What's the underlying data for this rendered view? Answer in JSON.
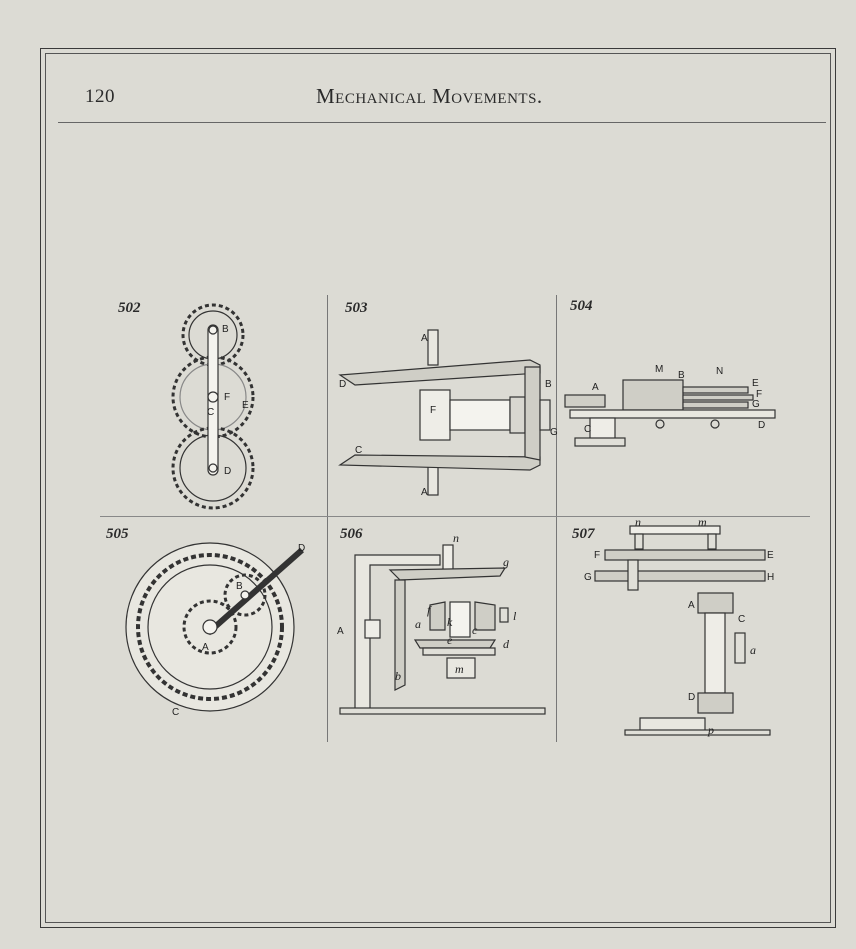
{
  "header": {
    "page_number": "120",
    "title": "Mechanical Movements."
  },
  "figures": [
    {
      "number": "502",
      "letters": [
        "B",
        "F",
        "C",
        "E",
        "D"
      ]
    },
    {
      "number": "503",
      "letters": [
        "A",
        "D",
        "B",
        "F",
        "G",
        "C",
        "A"
      ]
    },
    {
      "number": "504",
      "letters": [
        "A",
        "M",
        "B",
        "N",
        "E",
        "F",
        "G",
        "C",
        "D"
      ]
    },
    {
      "number": "505",
      "letters": [
        "D",
        "B",
        "A",
        "C"
      ]
    },
    {
      "number": "506",
      "letters": [
        "n",
        "g",
        "f",
        "k",
        "l",
        "A",
        "a",
        "c",
        "d",
        "e",
        "b",
        "m"
      ]
    },
    {
      "number": "507",
      "letters": [
        "n",
        "m",
        "F",
        "E",
        "G",
        "H",
        "A",
        "C",
        "a",
        "D",
        "p"
      ]
    }
  ]
}
